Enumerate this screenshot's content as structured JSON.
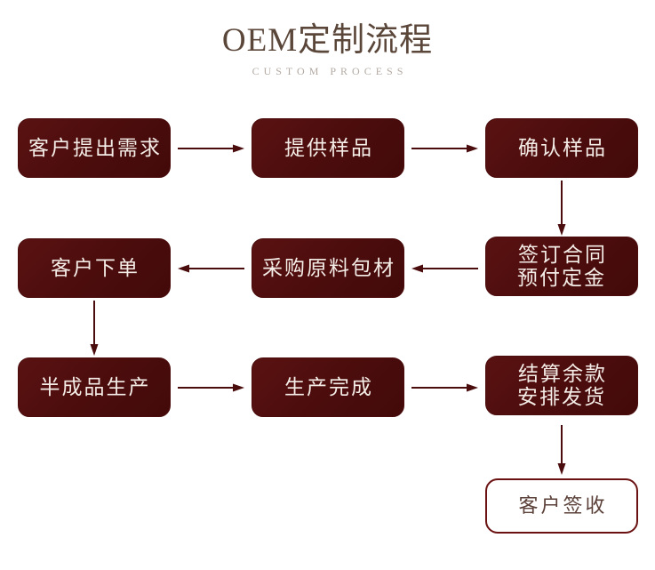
{
  "header": {
    "title": "OEM定制流程",
    "subtitle": "CUSTOM PROCESS"
  },
  "colors": {
    "box_fill": "#4e0d0d",
    "box_text": "#f4ece6",
    "arrow": "#4a0c0c",
    "title": "#5b463a",
    "subtitle": "#b3aaa3",
    "outlined_border": "#6b1111",
    "outlined_text": "#5a4038",
    "background": "#ffffff"
  },
  "flow": {
    "nodes": [
      {
        "id": "n1",
        "label": "客户提出需求",
        "style": "filled",
        "row": 1,
        "col": 1
      },
      {
        "id": "n2",
        "label": "提供样品",
        "style": "filled",
        "row": 1,
        "col": 2
      },
      {
        "id": "n3",
        "label": "确认样品",
        "style": "filled",
        "row": 1,
        "col": 3
      },
      {
        "id": "n4",
        "label": "客户下单",
        "style": "filled",
        "row": 2,
        "col": 1
      },
      {
        "id": "n5",
        "label": "采购原料包材",
        "style": "filled",
        "row": 2,
        "col": 2
      },
      {
        "id": "n6",
        "label": "签订合同\n预付定金",
        "style": "filled",
        "row": 2,
        "col": 3
      },
      {
        "id": "n7",
        "label": "半成品生产",
        "style": "filled",
        "row": 3,
        "col": 1
      },
      {
        "id": "n8",
        "label": "生产完成",
        "style": "filled",
        "row": 3,
        "col": 2
      },
      {
        "id": "n9",
        "label": "结算余款\n安排发货",
        "style": "filled",
        "row": 3,
        "col": 3
      },
      {
        "id": "n10",
        "label": "客户签收",
        "style": "outlined",
        "row": 4,
        "col": 3
      }
    ],
    "connectors": [
      {
        "from": "n1",
        "to": "n2",
        "direction": "right"
      },
      {
        "from": "n2",
        "to": "n3",
        "direction": "right"
      },
      {
        "from": "n3",
        "to": "n6",
        "direction": "down"
      },
      {
        "from": "n6",
        "to": "n5",
        "direction": "left"
      },
      {
        "from": "n5",
        "to": "n4",
        "direction": "left"
      },
      {
        "from": "n4",
        "to": "n7",
        "direction": "down"
      },
      {
        "from": "n7",
        "to": "n8",
        "direction": "right"
      },
      {
        "from": "n8",
        "to": "n9",
        "direction": "right"
      },
      {
        "from": "n9",
        "to": "n10",
        "direction": "down"
      }
    ]
  }
}
